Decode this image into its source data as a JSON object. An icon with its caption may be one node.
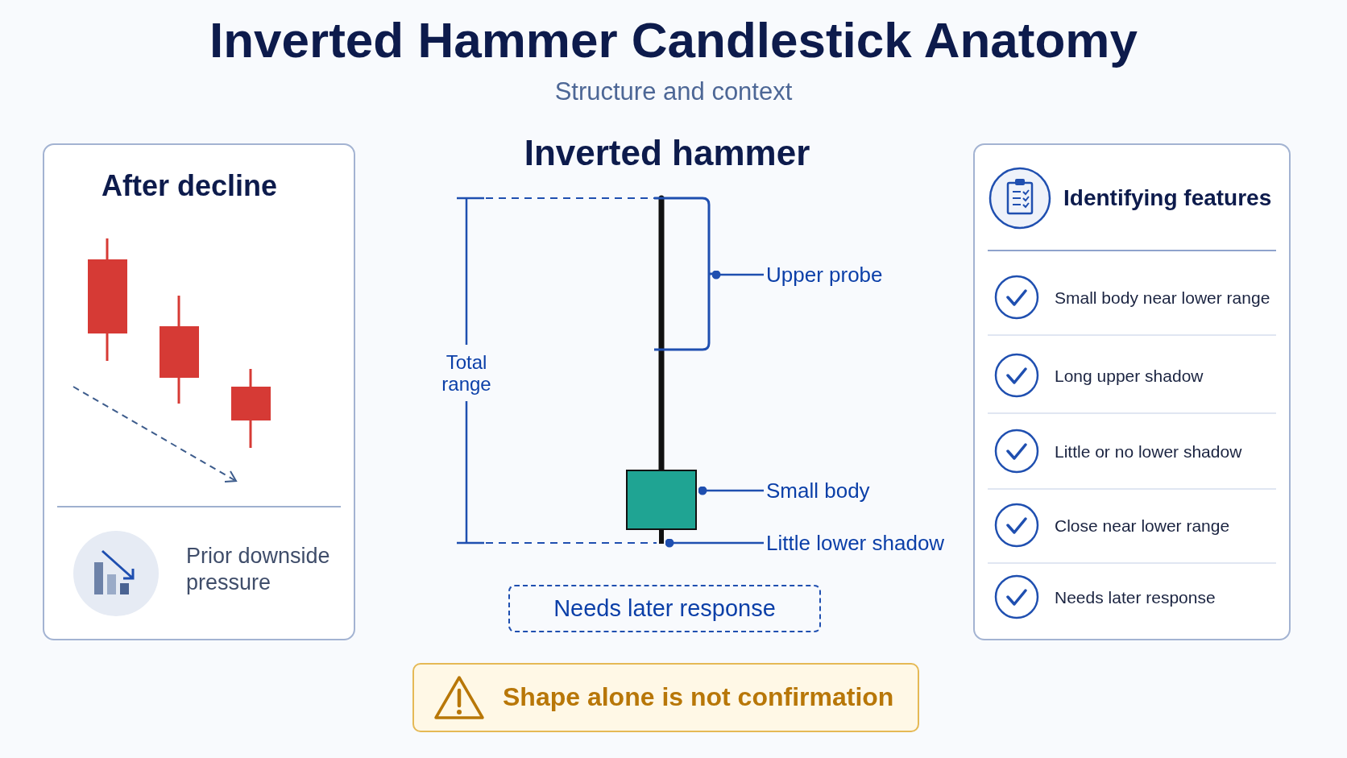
{
  "diagram": {
    "title": "Inverted Hammer Candlestick Anatomy",
    "nodes": [
      {
        "text": [
          "After decline",
          "Prior downside pressure"
        ]
      },
      {
        "text": [],
        "shape": "bracket"
      },
      {
        "text": [
          "Upper probe"
        ]
      },
      {
        "text": [],
        "shape": "box"
      },
      {
        "text": [
          "Small body"
        ]
      },
      {
        "text": [],
        "shape": "bar"
      },
      {
        "text": [
          "Little lower shadow"
        ]
      },
      {
        "text": [
          "Needs later response"
        ]
      },
      {
        "text": [
          "Identifying features",
          "Small body near lower range",
          "Long upper shadow",
          "Little or no lower shadow",
          "Close near lower range",
          "Needs later response"
        ]
      },
      {
        "text": [
          "Shape alone is not confirmation"
        ]
      }
    ],
    "edges": [
      {
        "from": 2,
        "to": 1,
        "arrow": "other"
      },
      {
        "from": 4,
        "to": 3,
        "arrow": "other"
      },
      {
        "from": 6,
        "to": 5,
        "arrow": "other"
      }
    ],
    "labels": [
      "Structure and context",
      "Inverted hammer",
      "Total range"
    ]
  }
}
